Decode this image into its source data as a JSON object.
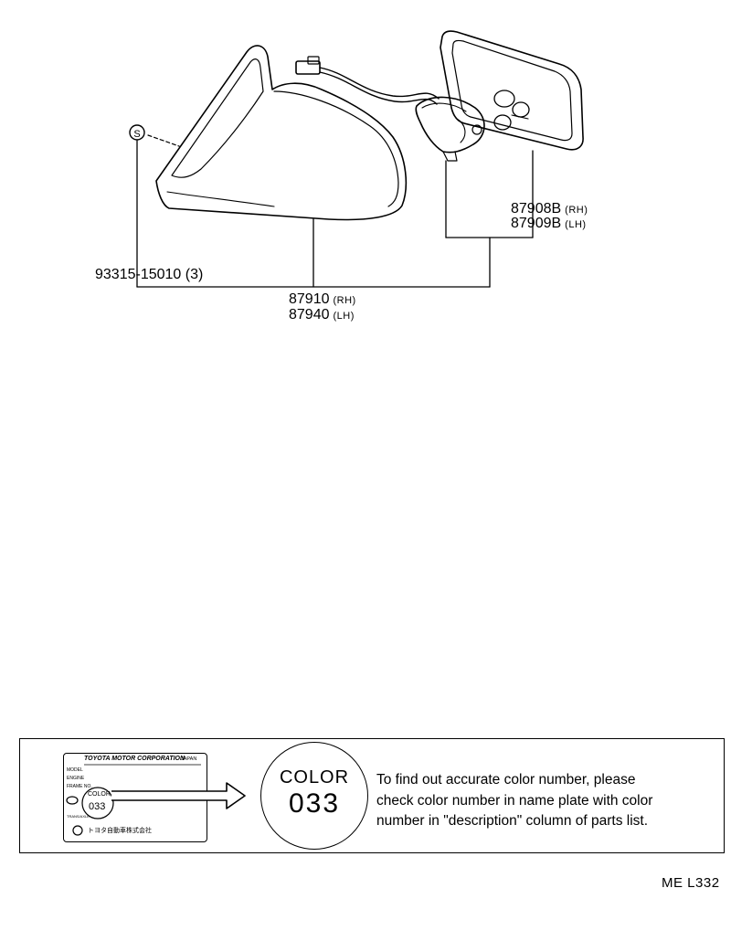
{
  "parts": {
    "screw": {
      "symbol": "S",
      "number": "93315-15010",
      "qty": "(3)"
    },
    "mirror": {
      "rh_number": "87910",
      "rh_tag": "(RH)",
      "lh_number": "87940",
      "lh_tag": "(LH)"
    },
    "motor": {
      "rh_number": "87908B",
      "rh_tag": "(RH)",
      "lh_number": "87909B",
      "lh_tag": "(LH)"
    }
  },
  "nameplate": {
    "maker": "TOYOTA MOTOR CORPORATION",
    "country": "JAPAN",
    "field_model": "MODEL",
    "field_engine": "ENGINE",
    "field_frame": "FRAME NO.",
    "color_word": "COLOR",
    "color_code": "033",
    "field_trans": "TRANS/AXLE",
    "maker_local": "トヨタ自動車株式会社"
  },
  "callout": {
    "color_word": "COLOR",
    "color_code": "033"
  },
  "note_lines": [
    "To find out accurate color number, please",
    "check color number in name plate with color",
    "number in \"description\" column of parts list."
  ],
  "page_code": "ME  L332"
}
